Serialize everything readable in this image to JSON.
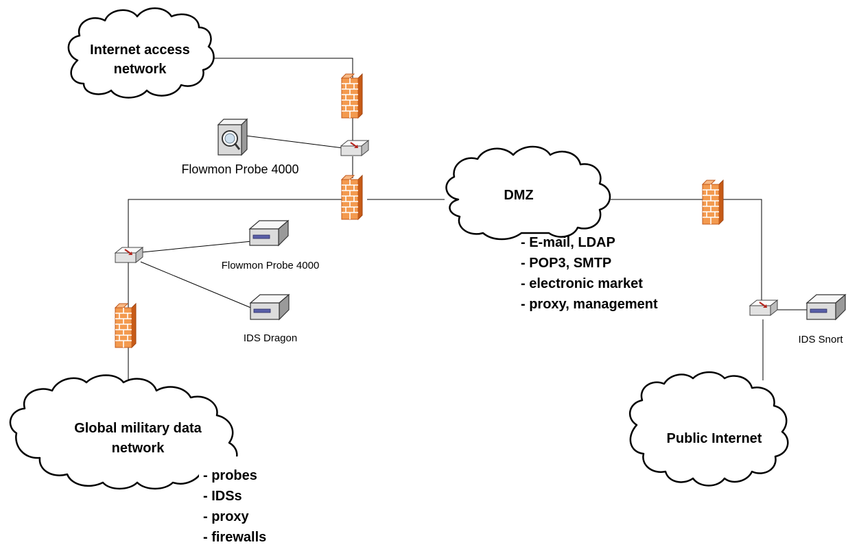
{
  "clouds": {
    "internet_access": [
      "Internet access",
      "network"
    ],
    "dmz": [
      "DMZ"
    ],
    "global_military": [
      "Global military data",
      "network"
    ],
    "public_internet": [
      "Public Internet"
    ]
  },
  "dmz_services": [
    "- E-mail, LDAP",
    "- POP3, SMTP",
    "- electronic market",
    "- proxy, management"
  ],
  "military_services": [
    "- probes",
    "- IDSs",
    "- proxy",
    "- firewalls"
  ],
  "devices": {
    "probe_top": "Flowmon Probe 4000",
    "probe_mid": "Flowmon Probe 4000",
    "ids_dragon": "IDS Dragon",
    "ids_snort": "IDS Snort"
  },
  "colors": {
    "firewall_light": "#f7a15c",
    "firewall_dark": "#d9661c",
    "firewall_mortar": "#ffffff",
    "device_fill": "#eeeeee",
    "device_stroke": "#444444",
    "switch_arrow": "#b3261e",
    "line": "#000000"
  }
}
